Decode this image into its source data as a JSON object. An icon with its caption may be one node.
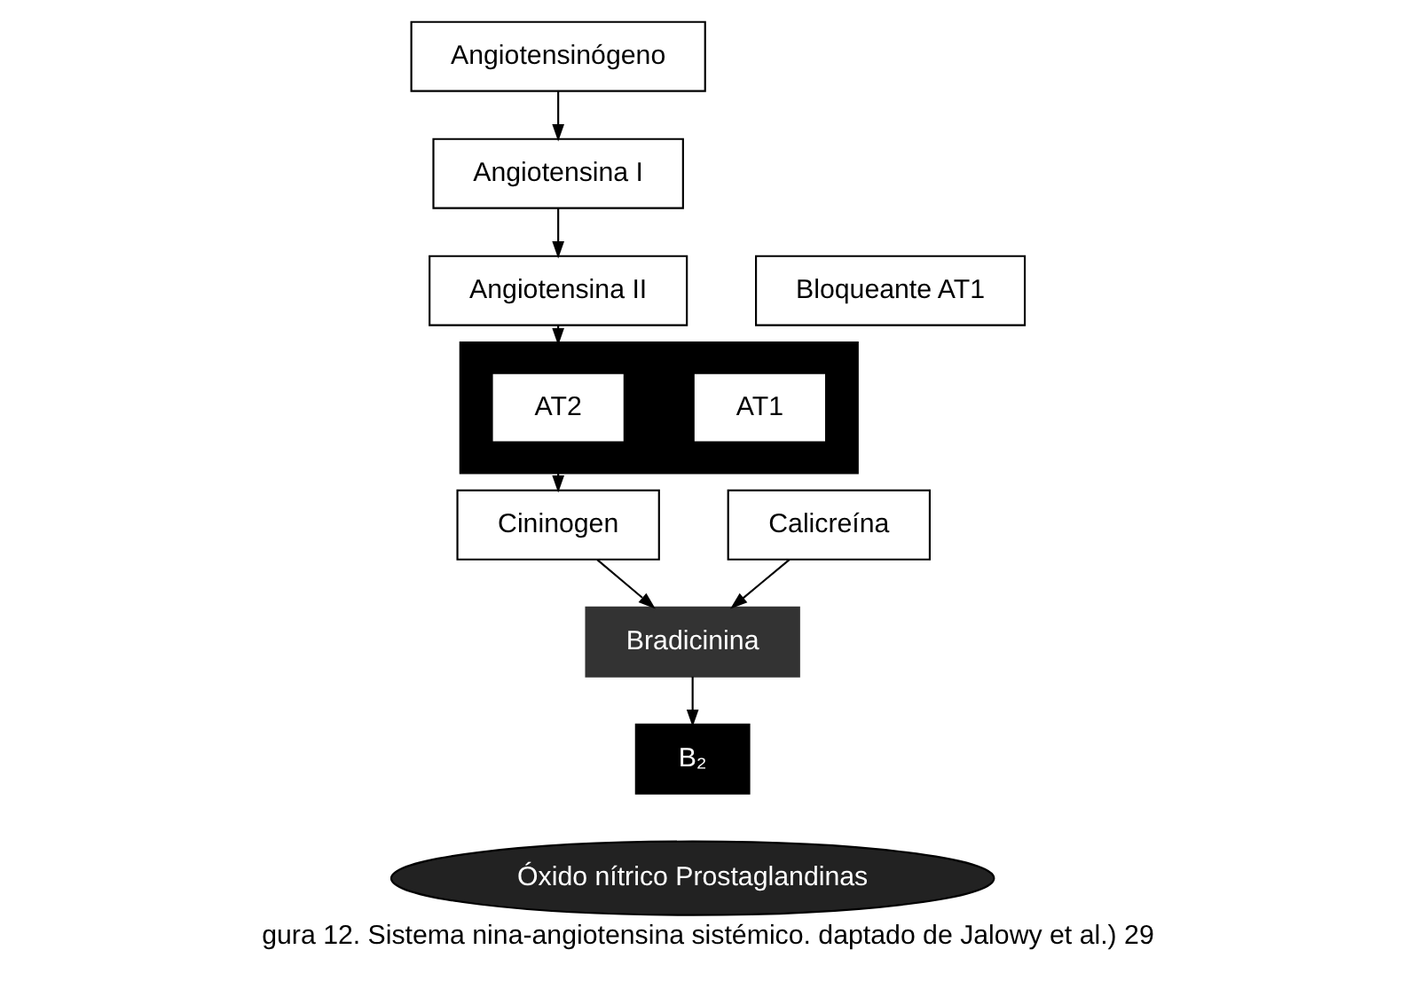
{
  "diagram": {
    "caption": "gura 12. Sistema nina-angiotensina sistémico. daptado de Jalowy et al.) 29",
    "nodes": [
      {
        "text": [
          "Angiotensinógeno"
        ]
      },
      {
        "text": [
          "Angiotensina I"
        ]
      },
      {
        "text": [
          "Angiotensina II"
        ]
      },
      {
        "text": [
          "Bloqueante AT1"
        ]
      },
      {
        "text": [],
        "shape": "box"
      },
      {
        "text": [
          "AT1"
        ],
        "in": 4
      },
      {
        "text": [
          "AT2"
        ],
        "in": 4
      },
      {
        "text": [
          "Cininogen"
        ]
      },
      {
        "text": [
          "Calicreína"
        ]
      },
      {
        "text": [
          "Bradicinina"
        ]
      },
      {
        "text": [
          "B₂"
        ]
      },
      {
        "text": [
          "Óxido nítrico Prostaglandinas"
        ]
      }
    ],
    "edges": [
      {
        "from": 0,
        "to": 1,
        "arrow": "to"
      },
      {
        "from": 1,
        "to": 2,
        "arrow": "to"
      },
      {
        "from": 2,
        "to": 4,
        "arrow": "to"
      },
      {
        "from": 4,
        "to": 7,
        "arrow": "to"
      },
      {
        "from": 8,
        "to": 9,
        "arrow": "to"
      },
      {
        "from": 7,
        "to": 9,
        "arrow": "to"
      },
      {
        "from": 9,
        "to": 10,
        "arrow": "to"
      }
    ]
  }
}
